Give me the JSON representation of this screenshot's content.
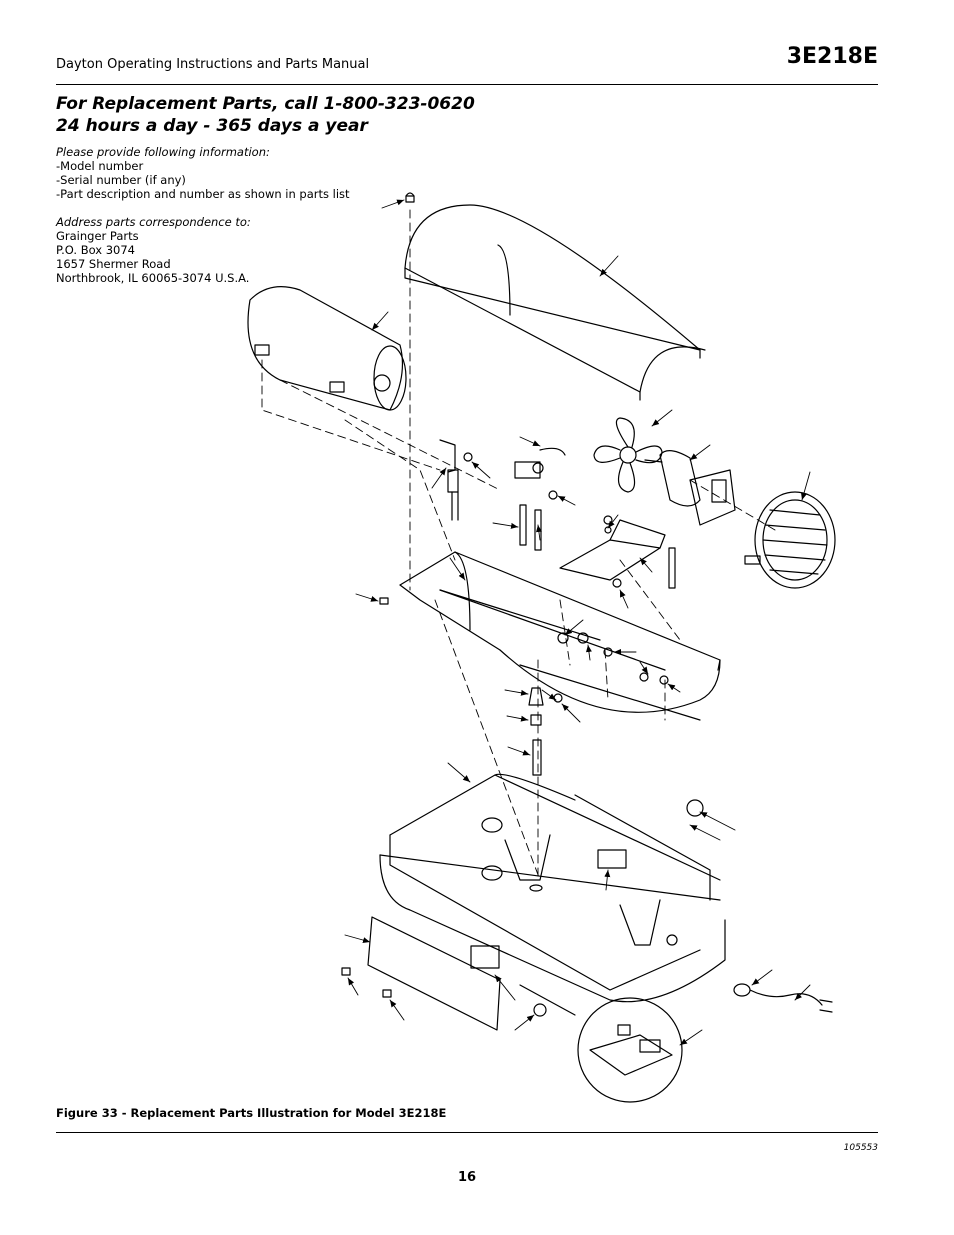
{
  "header": {
    "manual_title": "Dayton Operating Instructions and Parts Manual",
    "model": "3E218E"
  },
  "heading": {
    "line1": "For Replacement Parts, call 1-800-323-0620",
    "line2": "24 hours a day - 365 days a year"
  },
  "info": {
    "provide_intro": "Please provide following information:",
    "provide_items": [
      "-Model number",
      "-Serial number (if any)",
      "-Part description and number as shown in parts list"
    ],
    "address_intro": "Address parts correspondence to:",
    "address_lines": [
      "Grainger Parts",
      "P.O. Box 3074",
      "1657 Shermer Road",
      "Northbrook, IL  60065-3074 U.S.A."
    ]
  },
  "figure": {
    "caption": "Figure 33 - Replacement Parts Illustration for Model 3E218E",
    "code": "105553"
  },
  "footer": {
    "page_number": "16"
  }
}
